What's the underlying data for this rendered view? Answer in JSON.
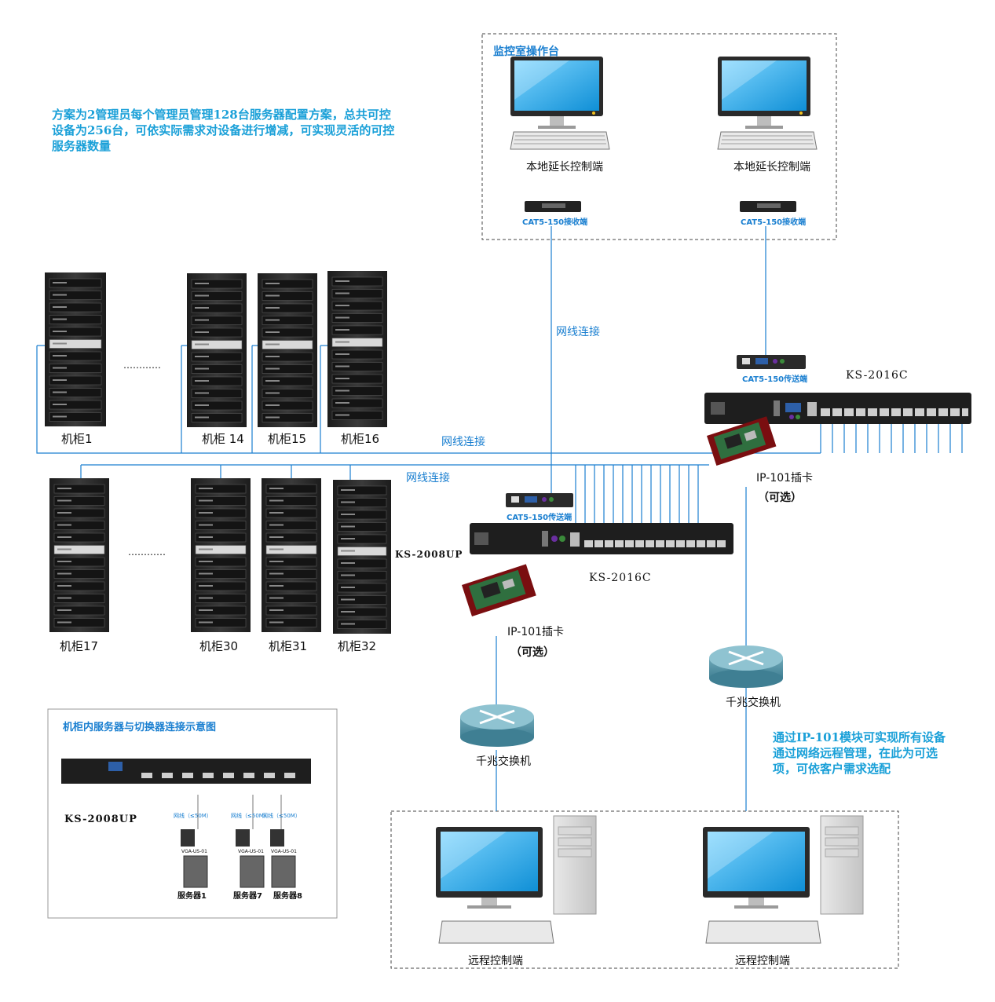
{
  "notes": {
    "plan": [
      "方案为2管理员每个管理员管理128台服务器配置方案，总共可控",
      "设备为256台，可依实际需求对设备进行增减，可实现灵活的可控",
      "服务器数量"
    ],
    "ip_module": [
      "通过IP-101模块可实现所有设备",
      "通过网络远程管理，在此为可选",
      "项，可依客户需求选配"
    ]
  },
  "control_room": {
    "title": "监控室操作台",
    "console_label": "本地延长控制端",
    "receiver_label": "CAT5-150接收端"
  },
  "links": {
    "cable_connection": "网线连接"
  },
  "cabinets_top": [
    "机柜1",
    "机柜 14",
    "机柜15",
    "机柜16"
  ],
  "cabinets_bottom": [
    "机柜17",
    "机柜30",
    "机柜31",
    "机柜32"
  ],
  "ellipsis": "…………",
  "devices": {
    "kvm_top": "KS-2016C",
    "kvm_mid": "KS-2016C",
    "kvm_cabinet": "KS-2008UP",
    "transmitter": "CAT5-150传送端",
    "ip_card": "IP-101插卡",
    "optional": "（可选）",
    "switch": "千兆交换机"
  },
  "remote": {
    "label": "远程控制端"
  },
  "inset": {
    "title": "机柜内服务器与切换器连接示意图",
    "device": "KS-2008UP",
    "servers": [
      "服务器1",
      "服务器7",
      "服务器8"
    ],
    "dongle": "VGA-US-01",
    "cable": "网线（≤50M）"
  },
  "colors": {
    "line": "#1a7fd0",
    "note_text": "#1aa0d8",
    "monitor_screen": "#1fa3e0",
    "rack": "#2b2b2b"
  }
}
